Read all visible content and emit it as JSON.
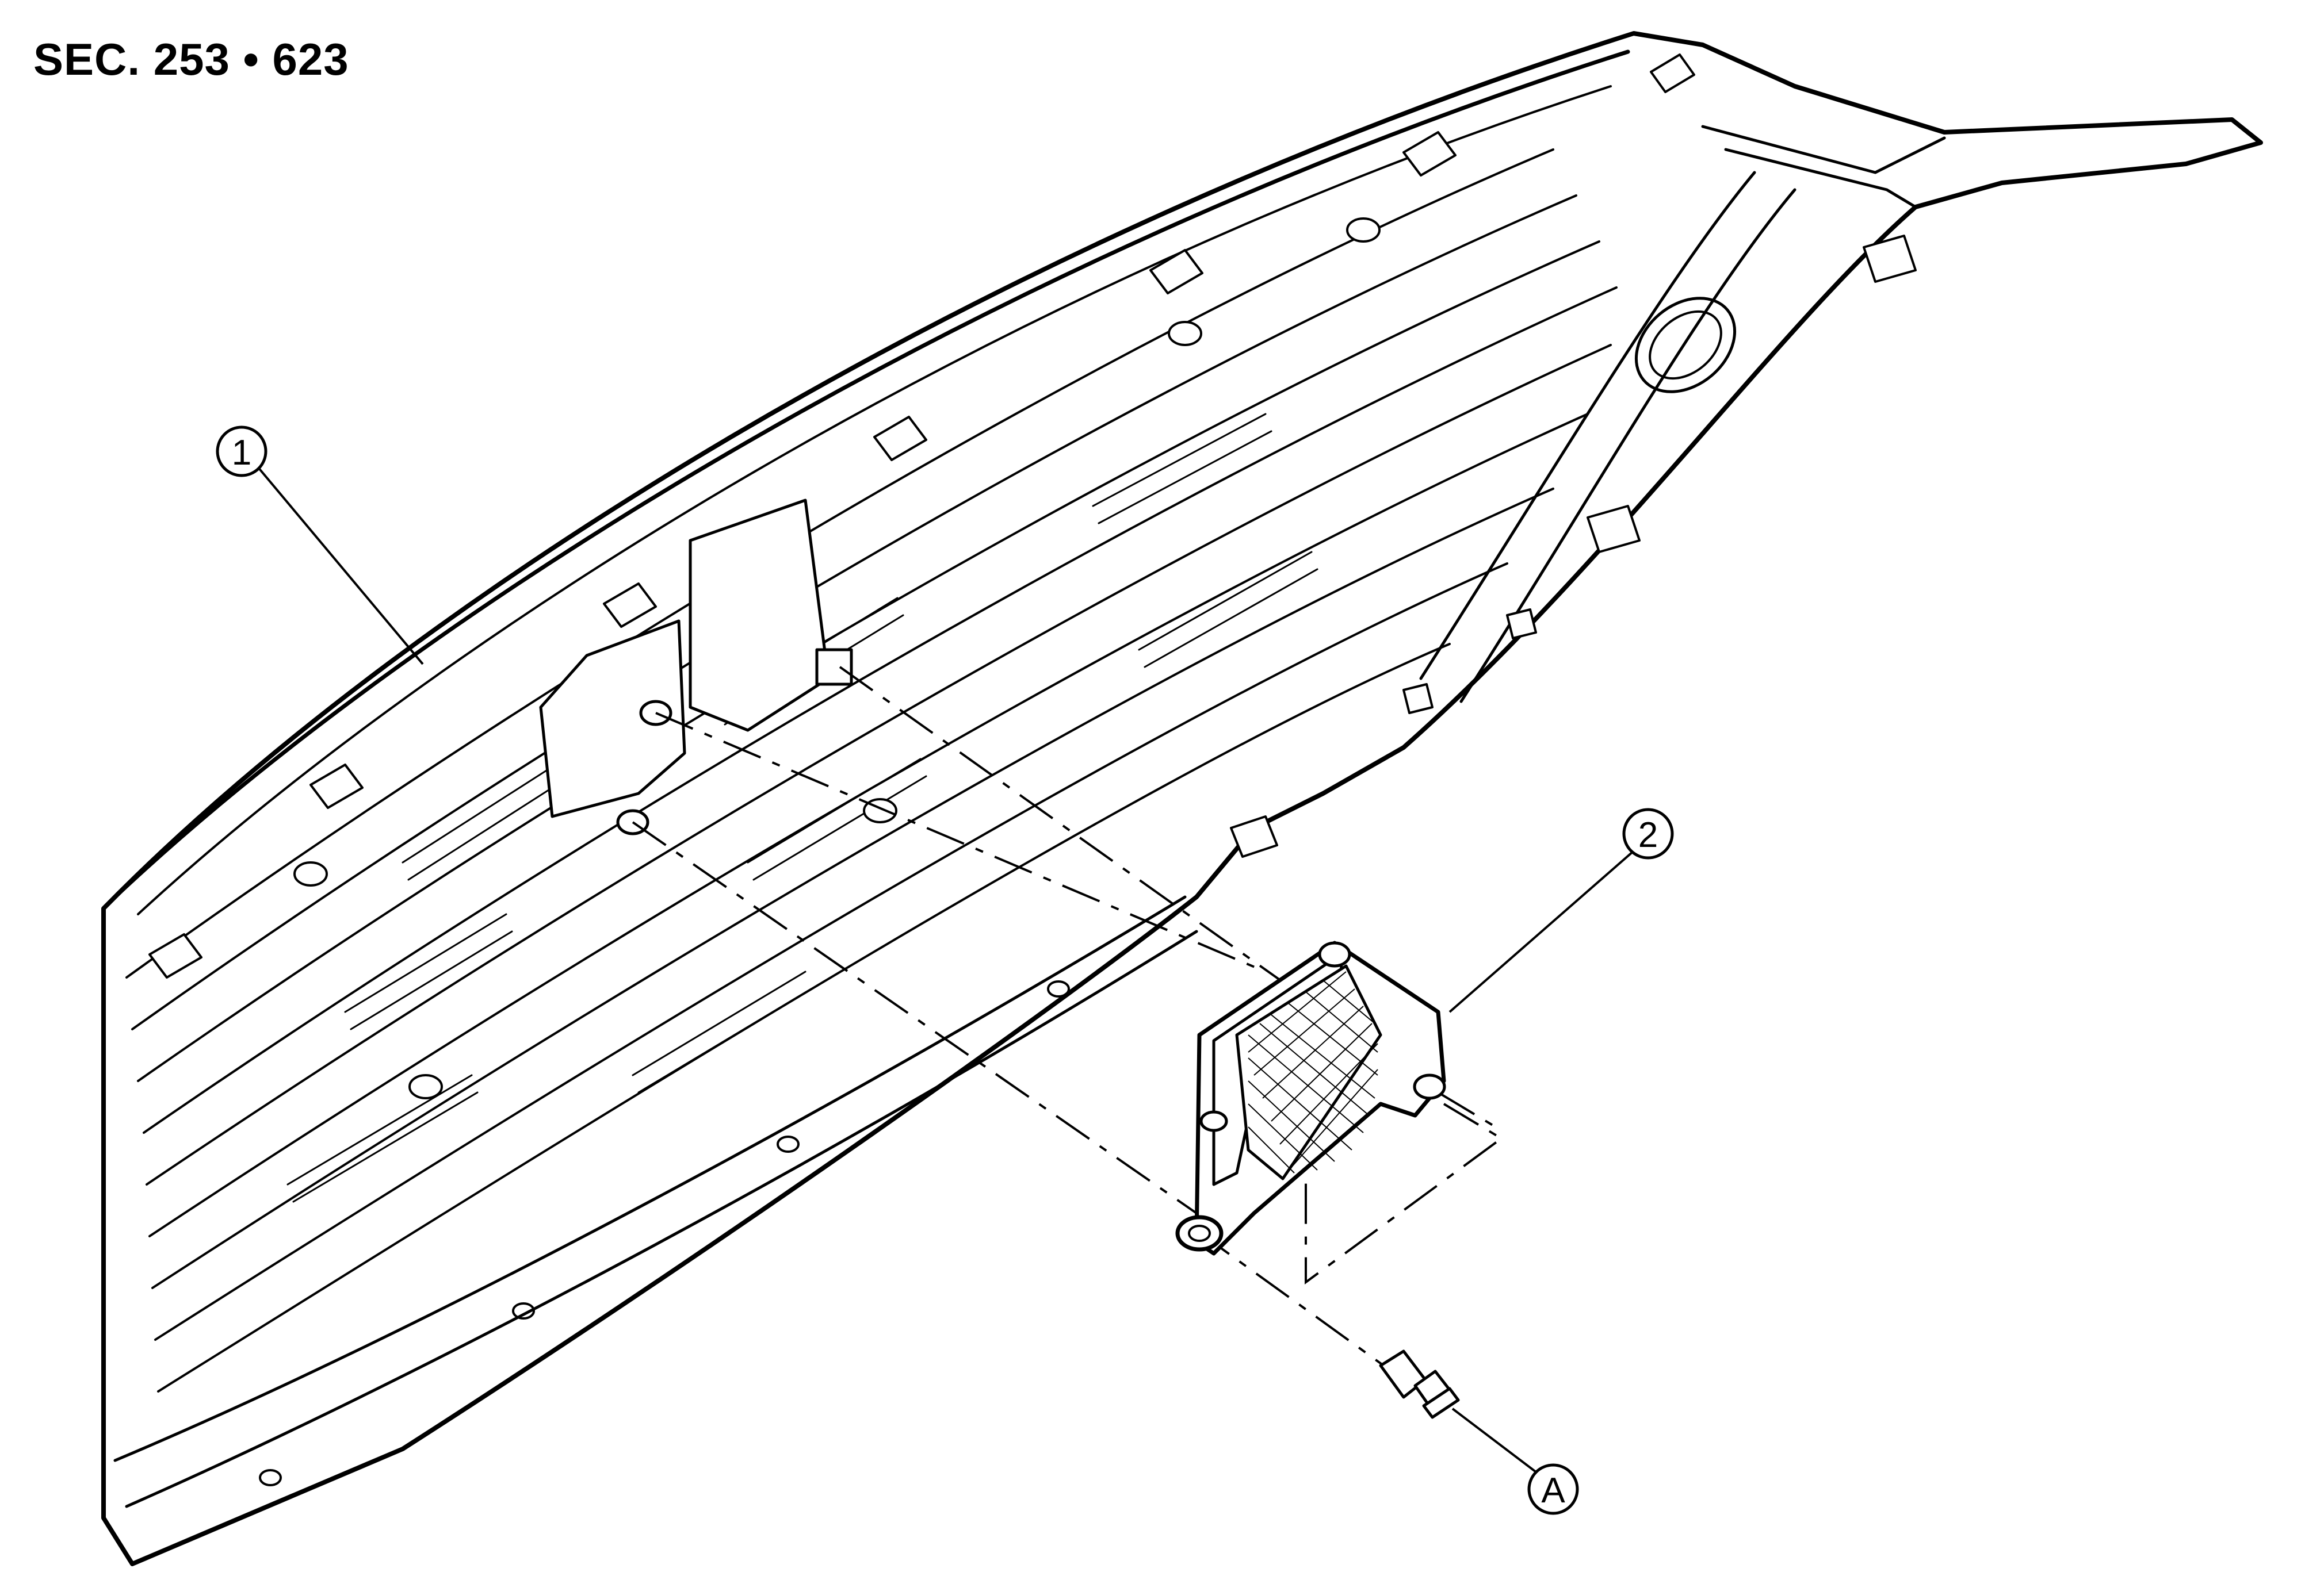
{
  "section_reference": "SEC. 253 • 623",
  "callouts": [
    {
      "id": "callout-1",
      "label": "1"
    },
    {
      "id": "callout-2",
      "label": "2"
    },
    {
      "id": "callout-a",
      "label": "A"
    }
  ],
  "colors": {
    "line": "#000000",
    "background": "#ffffff"
  }
}
